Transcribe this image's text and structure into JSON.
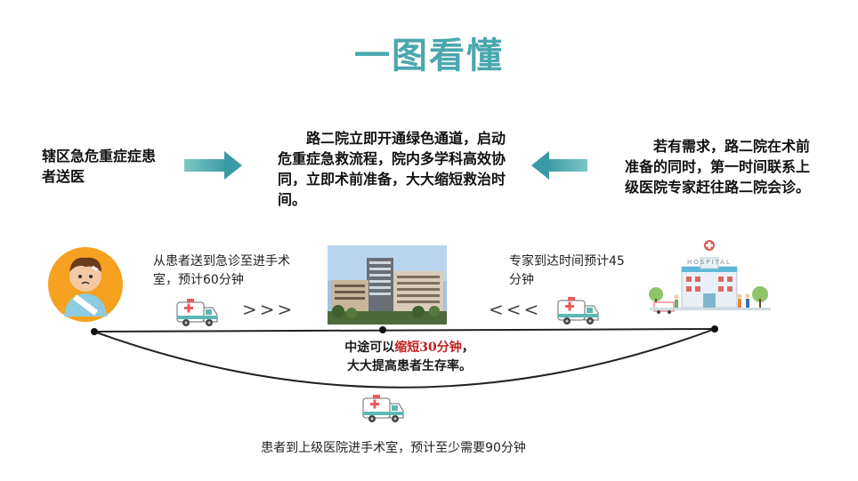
{
  "title": "一图看懂",
  "left_text": "辖区急危重症症患者送医",
  "middle_text": "路二院立即开通绿色通道，启动危重症急救流程，院内多学科高效协同，立即术前准备，大大缩短救治时间。",
  "right_text": "若有需求，路二院在术前准备的同时，第一时间联系上级医院专家赶往路二院会诊。",
  "left_note": "从患者送到急诊至进手术室，预计60分钟",
  "right_note": "专家到达时间预计45分钟",
  "center_msg": {
    "prefix": "中途可以",
    "highlight": "缩短30分钟",
    "suffix": "，",
    "line2": "大大提高患者生存率。"
  },
  "bottom_note": "患者到上级医院进手术室，预计至少需要90分钟",
  "hospital_sign": "HOSPITAL",
  "chevrons_right": ">>>",
  "chevrons_left": "<<<",
  "colors": {
    "accent": "#4aa7ae",
    "highlight": "#c01e1e",
    "ambulance_red": "#e85a5a",
    "ambulance_teal": "#5cb8b2"
  },
  "icons": {
    "patient": "patient-boy-icon",
    "hospital_photo": "hospital-building-image",
    "hospital": "hospital-illustration-icon",
    "ambulance": "ambulance-icon",
    "arrow_right": "arrow-right-icon",
    "arrow_left": "arrow-left-icon"
  }
}
